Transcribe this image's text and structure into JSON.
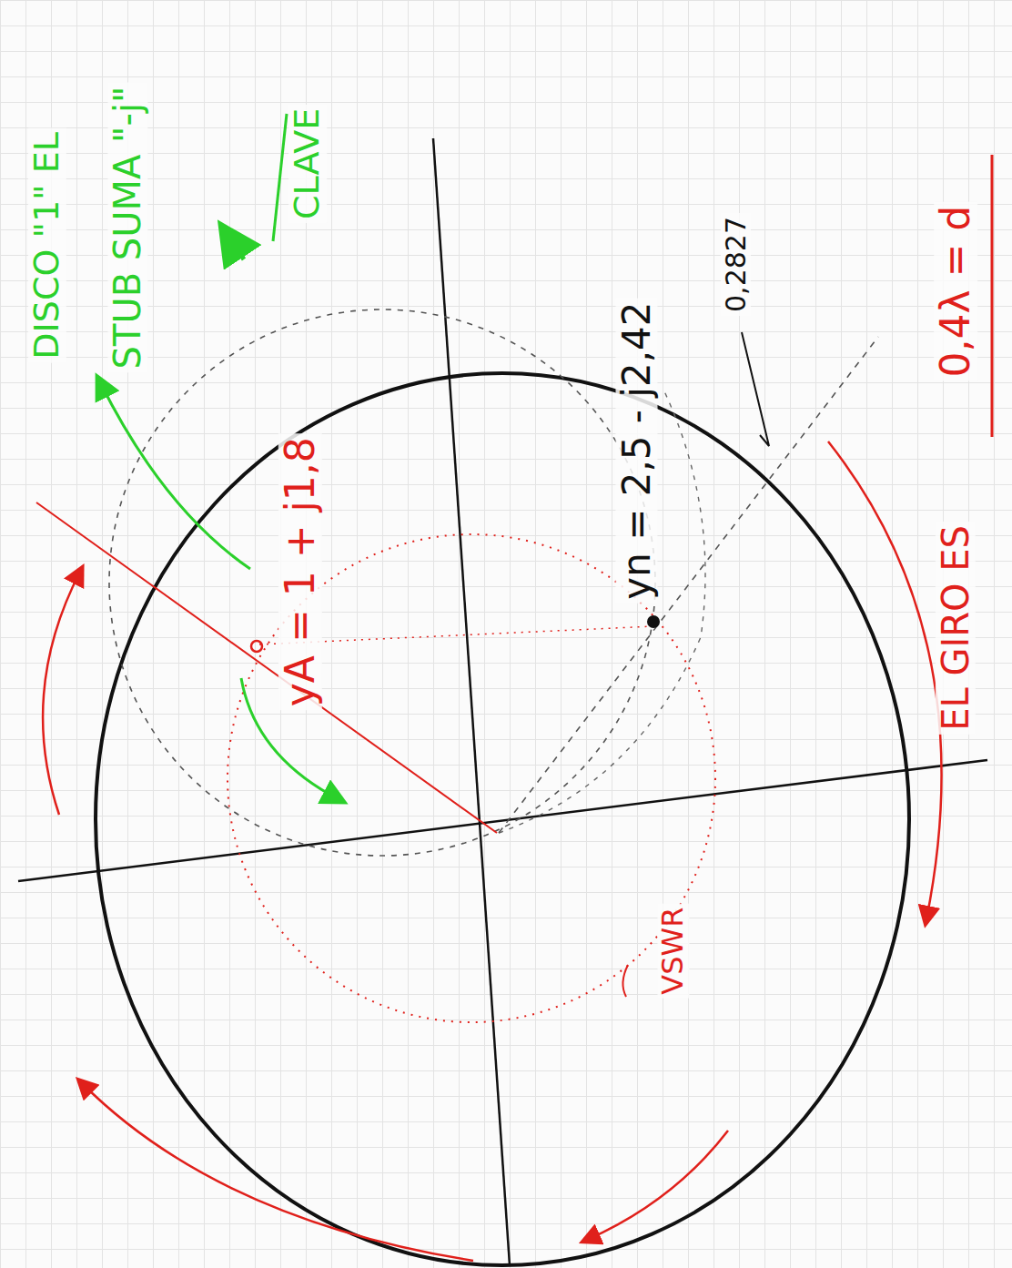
{
  "diagram": {
    "labels": [
      "DISCO \"1\" EL",
      "STUB SUMA \"-j\"",
      "CLAVE",
      "yA = 1 + j1,8",
      "yn = 2,5 - j2,42",
      "0,2827",
      "VSWR",
      "EL GIRO ES",
      "0,4λ = d"
    ]
  }
}
